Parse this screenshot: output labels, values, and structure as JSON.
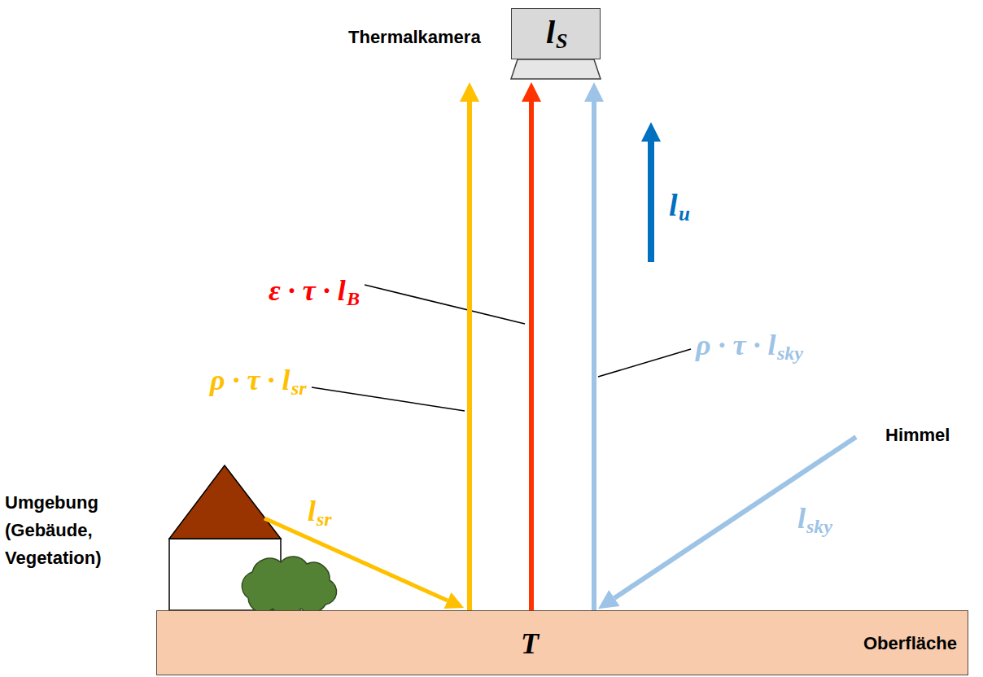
{
  "diagram": {
    "nodes": [
      {
        "text": [
          "Thermalkamera",
          "l",
          "S"
        ]
      },
      {
        "text": [
          "T",
          "Oberfläche"
        ]
      }
    ],
    "edges": [
      {
        "from": 1,
        "to": 0,
        "arrow": "to"
      },
      {
        "from": 1,
        "to": 0,
        "arrow": "to"
      },
      {
        "from": 1,
        "to": 0,
        "arrow": "to"
      }
    ],
    "labels": [
      "ε · τ · l",
      "B",
      "ρ · τ · l",
      "sr",
      "ρ · τ · l",
      "sky",
      "l",
      "u",
      "l",
      "sr",
      "l",
      "sky",
      "Himmel",
      "Umgebung (Gebäude, Vegetation)"
    ]
  }
}
